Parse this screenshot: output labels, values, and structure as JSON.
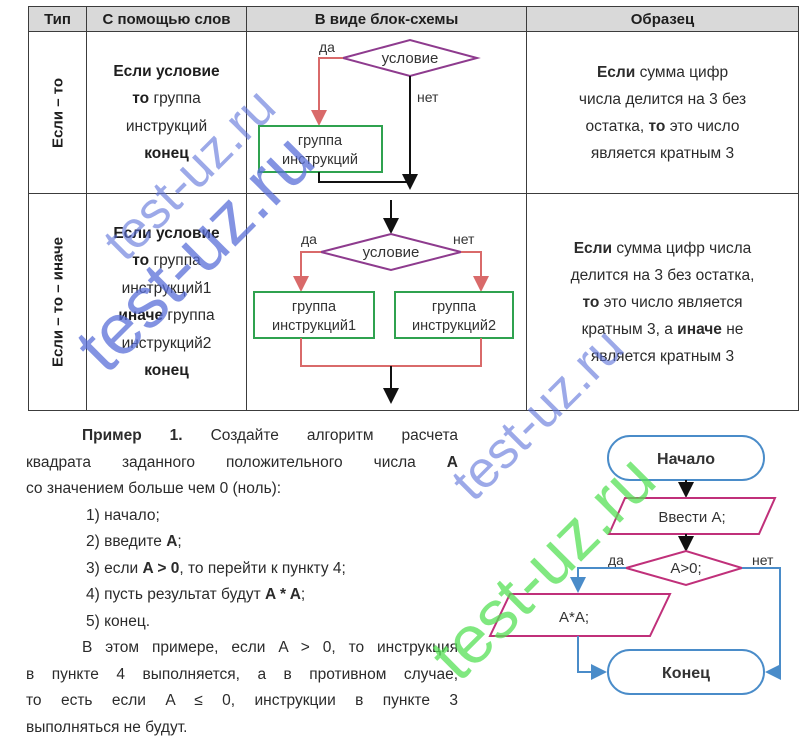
{
  "table": {
    "headers": [
      "Тип",
      "С помощью слов",
      "В виде блок-схемы",
      "Образец"
    ],
    "rows": [
      {
        "type": "Если – то",
        "words": [
          [
            {
              "t": "Если условие",
              "b": true
            }
          ],
          [
            {
              "t": "то",
              "b": true
            },
            {
              "t": " группа",
              "b": false
            }
          ],
          [
            {
              "t": "инструкций",
              "b": false
            }
          ],
          [
            {
              "t": "конец",
              "b": true
            }
          ]
        ],
        "diagram": {
          "condition": "условие",
          "yes": "да",
          "no": "нет",
          "block": [
            "группа",
            "инструкций"
          ]
        },
        "sample": [
          [
            {
              "t": "Если",
              "b": true
            },
            {
              "t": " сумма цифр",
              "b": false
            }
          ],
          [
            {
              "t": "числа делится на 3 без",
              "b": false
            }
          ],
          [
            {
              "t": "остатка, ",
              "b": false
            },
            {
              "t": "то",
              "b": true
            },
            {
              "t": " это число",
              "b": false
            }
          ],
          [
            {
              "t": "является кратным 3",
              "b": false
            }
          ]
        ]
      },
      {
        "type": "Если – то – иначе",
        "words": [
          [
            {
              "t": "Если условие",
              "b": true
            }
          ],
          [
            {
              "t": "то",
              "b": true
            },
            {
              "t": " группа",
              "b": false
            }
          ],
          [
            {
              "t": "инструкций1",
              "b": false
            }
          ],
          [
            {
              "t": "иначе",
              "b": true
            },
            {
              "t": " группа",
              "b": false
            }
          ],
          [
            {
              "t": "инструкций2",
              "b": false
            }
          ],
          [
            {
              "t": "конец",
              "b": true
            }
          ]
        ],
        "diagram": {
          "condition": "условие",
          "yes": "да",
          "no": "нет",
          "block1": [
            "группа",
            "инструкций1"
          ],
          "block2": [
            "группа",
            "инструкций2"
          ]
        },
        "sample": [
          [
            {
              "t": "Если",
              "b": true
            },
            {
              "t": " сумма цифр числа",
              "b": false
            }
          ],
          [
            {
              "t": "делится на 3 без остатка,",
              "b": false
            }
          ],
          [
            {
              "t": "то",
              "b": true
            },
            {
              "t": " это число является",
              "b": false
            }
          ],
          [
            {
              "t": "кратным 3, а ",
              "b": false
            },
            {
              "t": "иначе",
              "b": true
            },
            {
              "t": " не",
              "b": false
            }
          ],
          [
            {
              "t": "является кратным 3",
              "b": false
            }
          ]
        ]
      }
    ]
  },
  "example": {
    "intro": [
      {
        "cls": "just ind",
        "parts": [
          {
            "t": "Пример 1.",
            "b": true
          },
          {
            "t": " Создайте алгоритм расчета",
            "b": false
          }
        ]
      },
      {
        "cls": "just",
        "parts": [
          {
            "t": "квадрата заданного положительного числа ",
            "b": false
          },
          {
            "t": "A",
            "b": true
          }
        ]
      },
      {
        "cls": "",
        "parts": [
          {
            "t": "со значением больше чем 0 (ноль):",
            "b": false
          }
        ]
      }
    ],
    "steps": [
      [
        {
          "t": "1) начало;",
          "b": false
        }
      ],
      [
        {
          "t": "2) введите ",
          "b": false
        },
        {
          "t": "A",
          "b": true
        },
        {
          "t": ";",
          "b": false
        }
      ],
      [
        {
          "t": "3) если ",
          "b": false
        },
        {
          "t": "A > 0",
          "b": true
        },
        {
          "t": ", то перейти к пункту 4;",
          "b": false
        }
      ],
      [
        {
          "t": "4) пусть результат будут ",
          "b": false
        },
        {
          "t": "A * A",
          "b": true
        },
        {
          "t": ";",
          "b": false
        }
      ],
      [
        {
          "t": "5) конец.",
          "b": false
        }
      ]
    ],
    "outro": [
      {
        "cls": "just ind",
        "parts": [
          {
            "t": "В этом примере, если A > 0, то инструкция",
            "b": false
          }
        ]
      },
      {
        "cls": "just",
        "parts": [
          {
            "t": "в пункте 4 выполняется, а в противном случае,",
            "b": false
          }
        ]
      },
      {
        "cls": "just",
        "parts": [
          {
            "t": "то есть если A ≤ 0, инструкции в пункте 3",
            "b": false
          }
        ]
      },
      {
        "cls": "",
        "parts": [
          {
            "t": "выполняться не будут.",
            "b": false
          }
        ]
      }
    ]
  },
  "flowchart": {
    "start": "Начало",
    "input": "Ввести A;",
    "condition": "A>0;",
    "yes": "да",
    "no": "нет",
    "output": "A*A;",
    "end": "Конец"
  },
  "watermark": "test-uz.ru",
  "colors": {
    "header_bg": "#d9d9d9",
    "border": "#3c3c3c",
    "block_green": "#2fa24f",
    "diamond_purple": "#8e3b8e",
    "arrow_red": "#d96a6a",
    "flow_blue": "#4a8cc9",
    "flow_pink": "#c0307a",
    "watermark_blue": "#5a6fd8",
    "watermark_green": "#55e055"
  }
}
